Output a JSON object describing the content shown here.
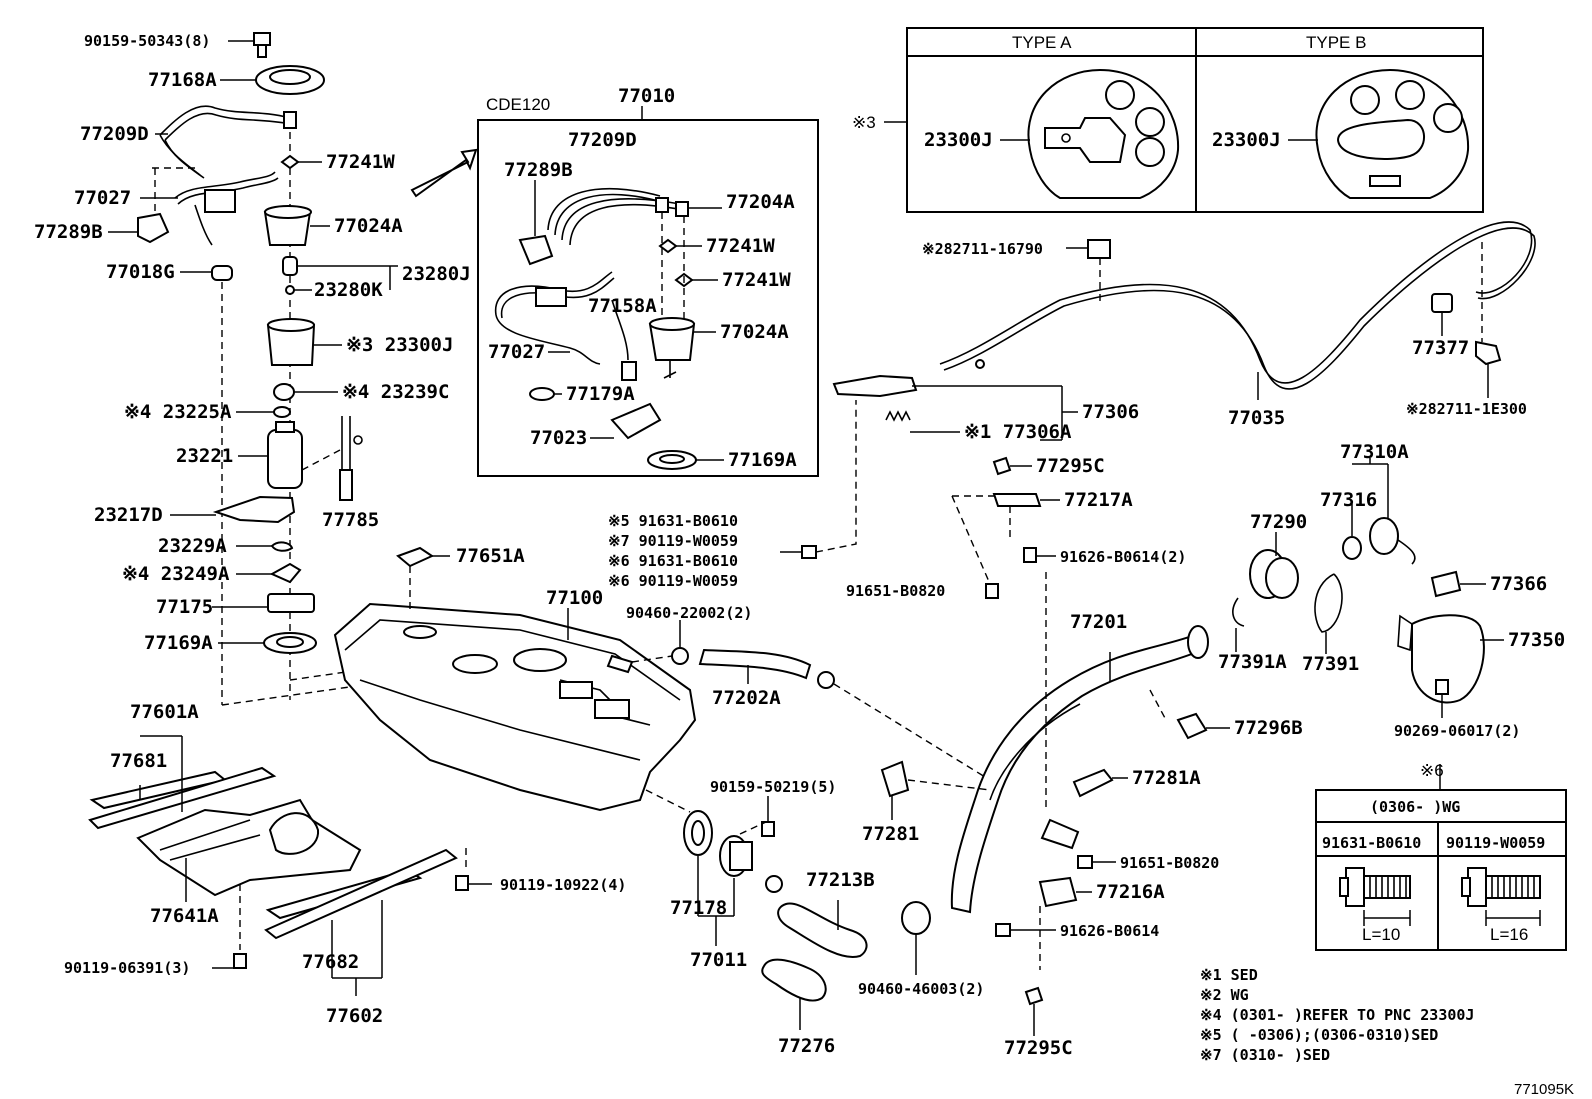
{
  "diagram_id": "771095K",
  "cde_label": "CDE120",
  "type_box": {
    "marker": "※3",
    "type_a": {
      "header": "TYPE A",
      "part": "23300J"
    },
    "type_b": {
      "header": "TYPE B",
      "part": "23300J"
    }
  },
  "labels": {
    "p90159_50343": "90159-50343(8)",
    "p77168A": "77168A",
    "p77209D_left": "77209D",
    "p77241W_left": "77241W",
    "p77027_left": "77027",
    "p77024A_left": "77024A",
    "p77289B_left": "77289B",
    "p77018G": "77018G",
    "p23280J": "23280J",
    "p23280K": "23280K",
    "p23300J_left": "※3 23300J",
    "p23239C": "※4 23239C",
    "p23225A": "※4 23225A",
    "p23221": "23221",
    "p77785": "77785",
    "p23217D": "23217D",
    "p23229A": "23229A",
    "p23249A": "※4 23249A",
    "p77175": "77175",
    "p77169A_left": "77169A",
    "p77651A": "77651A",
    "p77601A": "77601A",
    "p77681": "77681",
    "p77641A": "77641A",
    "p90119_06391": "90119-06391(3)",
    "p77682": "77682",
    "p77602": "77602",
    "p90119_10922": "90119-10922(4)",
    "p77010": "77010",
    "p77209D_box": "77209D",
    "p77289B_box": "77289B",
    "p77204A": "77204A",
    "p77241W_box1": "77241W",
    "p77241W_box2": "77241W",
    "p77158A": "77158A",
    "p77024A_box": "77024A",
    "p77027_box": "77027",
    "p77179A": "77179A",
    "p77023": "77023",
    "p77169A_box": "77169A",
    "p91631_B0610_a": "※5 91631-B0610",
    "p90119_W0059_a": "※7 90119-W0059",
    "p91631_B0610_b": "※6 91631-B0610",
    "p90119_W0059_b": "※6 90119-W0059",
    "p77100": "77100",
    "p90460_22002": "90460-22002(2)",
    "p77202A": "77202A",
    "p90159_50219": "90159-50219(5)",
    "p77178": "77178",
    "p77011": "77011",
    "p77213B": "77213B",
    "p77276": "77276",
    "p90460_46003": "90460-46003(2)",
    "p282711_16790": "※282711-16790",
    "p77306": "77306",
    "p77306A": "※1 77306A",
    "p77295C_top": "77295C",
    "p77217A": "77217A",
    "p91626_B0614_2": "91626-B0614(2)",
    "p91651_B0820_top": "91651-B0820",
    "p77201": "77201",
    "p77296B": "77296B",
    "p77281": "77281",
    "p77281A": "77281A",
    "p91651_B0820_bot": "91651-B0820",
    "p77216A": "77216A",
    "p91626_B0614": "91626-B0614",
    "p77295C_bot": "77295C",
    "p77035": "77035",
    "p77377": "77377",
    "p282711_1E300": "※282711-1E300",
    "p77310A": "77310A",
    "p77316": "77316",
    "p77290": "77290",
    "p77366": "77366",
    "p77350": "77350",
    "p77391A": "77391A",
    "p77391": "77391",
    "p90269_06017": "90269-06017(2)"
  },
  "wg_table": {
    "marker": "※6",
    "header": "(0306-      )WG",
    "col1": {
      "part": "91631-B0610",
      "length": "L=10"
    },
    "col2": {
      "part": "90119-W0059",
      "length": "L=16"
    }
  },
  "notes": [
    "※1 SED",
    "※2 WG",
    "※4 (0301-      )REFER TO PNC 23300J",
    "※5 (      -0306);(0306-0310)SED",
    "※7 (0310-      )SED"
  ]
}
